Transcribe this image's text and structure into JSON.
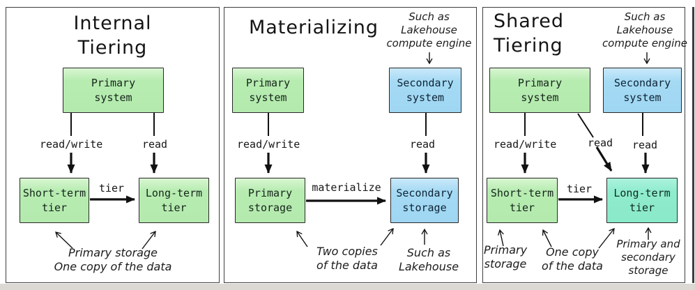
{
  "colors": {
    "green_fill": "#b5ebb0",
    "blue_fill": "#a3d9f4",
    "teal_fill": "#8deccb",
    "box_border": "#272727",
    "panel_border": "#3d3d3d",
    "arrow": "#111111",
    "background": "#ffffff",
    "bottom_strip": "#dcd9d5"
  },
  "panels": [
    {
      "title_lines": [
        "Internal",
        "Tiering"
      ],
      "boxes": {
        "primary_system": [
          "Primary",
          "system"
        ],
        "short_term": [
          "Short-term",
          "tier"
        ],
        "long_term": [
          "Long-term",
          "tier"
        ]
      },
      "labels": {
        "read_write": "read/write",
        "read": "read",
        "tier": "tier"
      },
      "notes": {
        "storage": [
          "Primary storage",
          "One copy of the data"
        ]
      }
    },
    {
      "title_lines": [
        "Materializing"
      ],
      "boxes": {
        "primary_system": [
          "Primary",
          "system"
        ],
        "secondary_system": [
          "Secondary",
          "system"
        ],
        "primary_storage": [
          "Primary",
          "storage"
        ],
        "secondary_storage": [
          "Secondary",
          "storage"
        ]
      },
      "labels": {
        "read_write": "read/write",
        "read": "read",
        "materialize": "materialize"
      },
      "notes": {
        "top": [
          "Such as",
          "Lakehouse",
          "compute engine"
        ],
        "copies": [
          "Two copies",
          "of the data"
        ],
        "lakehouse": [
          "Such as",
          "Lakehouse"
        ]
      }
    },
    {
      "title_lines": [
        "Shared",
        "Tiering"
      ],
      "boxes": {
        "primary_system": [
          "Primary",
          "system"
        ],
        "secondary_system": [
          "Secondary",
          "system"
        ],
        "short_term": [
          "Short-term",
          "tier"
        ],
        "long_term": [
          "Long-term",
          "tier"
        ]
      },
      "labels": {
        "read_write": "read/write",
        "read_primary": "read",
        "read_secondary": "read",
        "tier": "tier"
      },
      "notes": {
        "top": [
          "Such as",
          "Lakehouse",
          "compute engine"
        ],
        "primary": [
          "Primary",
          "storage"
        ],
        "one_copy": [
          "One copy",
          "of the data"
        ],
        "both": [
          "Primary and",
          "secondary",
          "storage"
        ]
      }
    }
  ]
}
